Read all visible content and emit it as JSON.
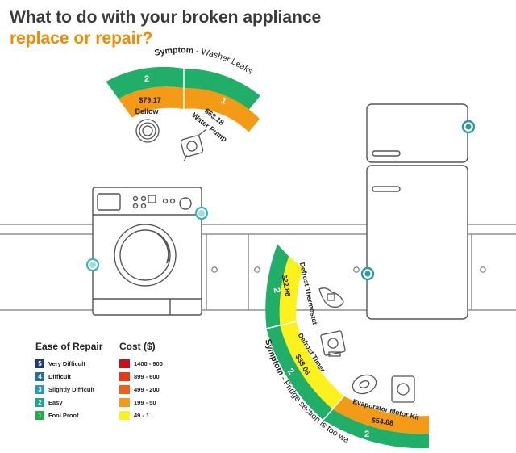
{
  "title": {
    "line1": "What to do with your broken appliance",
    "line2": "replace or repair?"
  },
  "colors": {
    "green": "#20ae68",
    "teal": "#21a58a",
    "orange": "#f39a16",
    "yellow": "#fbf21d",
    "hotspot": "#3bb3be",
    "line": "#777777"
  },
  "washer_arc": {
    "symptom_label": "Symptom",
    "symptom_text": " - Washer Leaks",
    "ease_left": "2",
    "ease_right": "1",
    "cost_left": "$79.17",
    "cost_right": "$63.18",
    "part_left": "Bellow",
    "part_right": "Water Pump"
  },
  "fridge_arc": {
    "symptom_label": "Symptom",
    "symptom_text": " - Fridge section is too warm",
    "ease_1": "2",
    "ease_2": "2",
    "ease_3": "2",
    "cost_1": "$22.86",
    "cost_2": "$38.06",
    "cost_3": "$54.88",
    "part_1": "Defrost Thermostat",
    "part_2": "Defrost Timer",
    "part_3": "Evaporator Motor Kit"
  },
  "legend_ease": {
    "title": "Ease of Repair",
    "items": [
      {
        "num": "5",
        "label": "Very Difficult",
        "color": "#1a3a78"
      },
      {
        "num": "4",
        "label": "Difficult",
        "color": "#2b6da8"
      },
      {
        "num": "3",
        "label": "Slightly Difficult",
        "color": "#2e9ab0"
      },
      {
        "num": "2",
        "label": "Easy",
        "color": "#21a58a"
      },
      {
        "num": "1",
        "label": "Fool Proof",
        "color": "#20ae4a"
      }
    ]
  },
  "legend_cost": {
    "title": "Cost ($)",
    "items": [
      {
        "label": "1400 - 900",
        "color": "#c8101c"
      },
      {
        "label": "899 - 600",
        "color": "#e63a12"
      },
      {
        "label": "499 - 200",
        "color": "#f0601a"
      },
      {
        "label": "199 - 50",
        "color": "#f39a16"
      },
      {
        "label": "49 - 1",
        "color": "#fbf21d"
      }
    ]
  }
}
